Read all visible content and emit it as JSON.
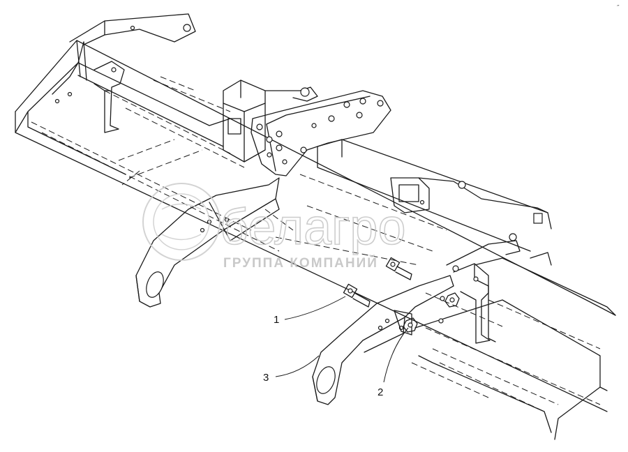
{
  "watermark": {
    "brand": "белагро",
    "subtitle": "ГРУППА КОМПАНИЙ"
  },
  "callouts": [
    {
      "id": "1",
      "label": "1"
    },
    {
      "id": "2",
      "label": "2"
    },
    {
      "id": "3",
      "label": "3"
    }
  ],
  "corner_mark": "″"
}
